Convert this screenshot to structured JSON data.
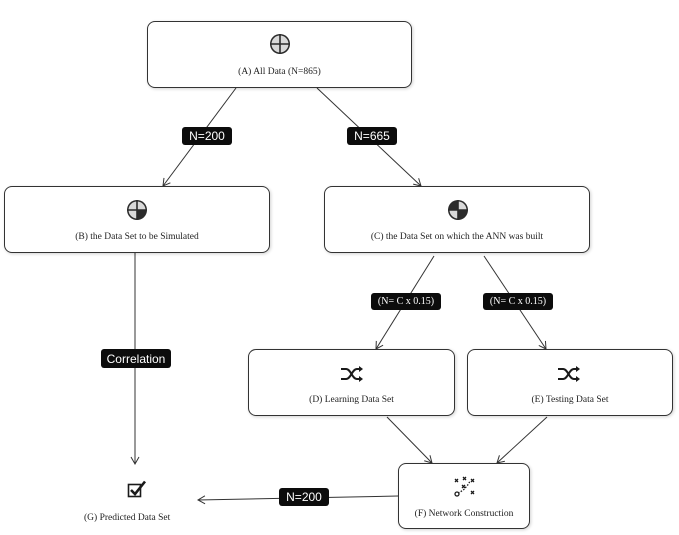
{
  "nodes": {
    "a": {
      "label": "(A) All Data (N=865)",
      "icon": "pie-chart-icon"
    },
    "b": {
      "label": "(B) the Data Set to be Simulated",
      "icon": "pie-chart-icon"
    },
    "c": {
      "label": "(C)  the Data Set on which the ANN was built",
      "icon": "pie-chart-icon"
    },
    "d": {
      "label": "(D) Learning Data Set",
      "icon": "shuffle-icon"
    },
    "e": {
      "label": "(E) Testing Data Set",
      "icon": "shuffle-icon"
    },
    "f": {
      "label": "(F) Network Construction",
      "icon": "scatter-network-icon"
    },
    "g": {
      "label": "(G) Predicted Data Set",
      "icon": "checkmark-icon"
    }
  },
  "edges": {
    "a_to_b": "N=200",
    "a_to_c": "N=665",
    "c_to_d": "(N= C x 0.15)",
    "c_to_e": "(N= C x 0.15)",
    "b_g": "Correlation",
    "f_to_g": "N=200"
  },
  "colors": {
    "line": "#333333",
    "tag_bg": "#0c0c0c",
    "tag_text": "#ffffff",
    "icon_dark": "#2b2b2b",
    "icon_light": "#d9d9d9"
  }
}
